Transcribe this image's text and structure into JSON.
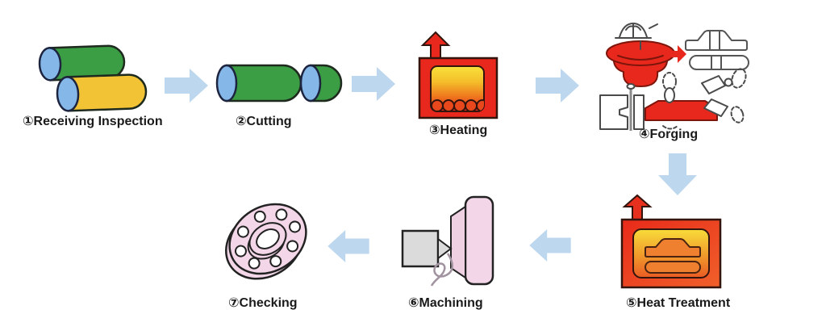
{
  "colors": {
    "background": "#ffffff",
    "flow_arrow_blue": "#bdd7ee",
    "cylinder_green": "#3c9e44",
    "cylinder_yellow": "#f2c335",
    "cylinder_end_blue": "#85b8e8",
    "furnace_red": "#e8281c",
    "glow_yellow": "#f8e33c",
    "glow_orange": "#ef8d26",
    "part_pink": "#f3d7e8",
    "tool_gray": "#dbdbdb",
    "outline": "#222222"
  },
  "steps": [
    {
      "id": "receiving-inspection",
      "label": "①Receiving Inspection",
      "icon": "raw-material-bars-icon"
    },
    {
      "id": "cutting",
      "label": "②Cutting",
      "icon": "cut-bar-icon"
    },
    {
      "id": "heating",
      "label": "③Heating",
      "icon": "heating-furnace-icon"
    },
    {
      "id": "forging",
      "label": "④Forging",
      "icon": "forging-dies-icon"
    },
    {
      "id": "heat-treatment",
      "label": "⑤Heat Treatment",
      "icon": "heat-treatment-furnace-icon"
    },
    {
      "id": "machining",
      "label": "⑥Machining",
      "icon": "lathe-turning-icon"
    },
    {
      "id": "checking",
      "label": "⑦Checking",
      "icon": "flange-part-icon"
    }
  ],
  "arrows": [
    {
      "from": "receiving-inspection",
      "to": "cutting",
      "direction": "right"
    },
    {
      "from": "cutting",
      "to": "heating",
      "direction": "right"
    },
    {
      "from": "heating",
      "to": "forging",
      "direction": "right"
    },
    {
      "from": "forging",
      "to": "heat-treatment",
      "direction": "down"
    },
    {
      "from": "heat-treatment",
      "to": "machining",
      "direction": "left"
    },
    {
      "from": "machining",
      "to": "checking",
      "direction": "left"
    }
  ]
}
